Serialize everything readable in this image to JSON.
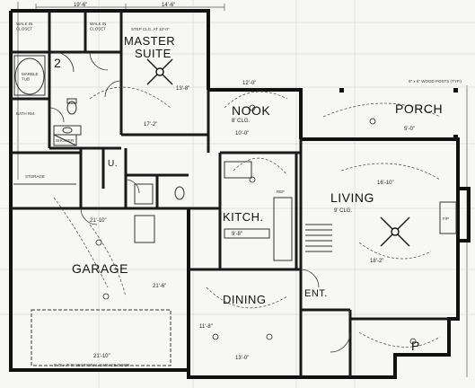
{
  "rooms": {
    "master": "MASTER",
    "suite": "SUITE",
    "nook": "NOOK",
    "porch": "PORCH",
    "living": "LIVING",
    "kitch": "KITCH.",
    "garage": "GARAGE",
    "dining": "DINING",
    "ent": "ENT.",
    "bath2": "2",
    "p": "P",
    "u": "U."
  },
  "labels": {
    "walk_in_closet_1": "WALK IN\nCLOSET",
    "walk_in_closet_2": "WALK IN\nCLOSET",
    "marble_tub": "MARBLE\nTUB",
    "bath_room": "BATH RM.",
    "shower": "SHOWER",
    "storage": "STORAGE",
    "step_clg": "STEP CLG. AT 10'-0\"",
    "garage_door": "9'-0\" x 7'-0\" SECTIONAL GARAGE DOOR",
    "porch_beam": "6\" x 6\" WOOD POSTS (TYP.)",
    "fp": "F/P",
    "ref": "REF"
  },
  "dimensions": {
    "top_a": "19'-6\"",
    "top_b": "14'-6\"",
    "top_c": "12'-0\"",
    "master_w": "17'-2\"",
    "master_h": "13'-8\"",
    "nook": "10'-0\"",
    "living_w": "16'-10\"",
    "living_h": "18'-2\"",
    "porch": "5'-0\"",
    "garage_w": "21'-10\"",
    "garage_h": "21'-6\"",
    "dining_w": "13'-0\"",
    "dining_h": "11'-8\"",
    "kitch_w": "9'-8\"",
    "clg_9": "9' CLG.",
    "clg_8": "8' CLG.",
    "bottom": "21'-10\""
  }
}
